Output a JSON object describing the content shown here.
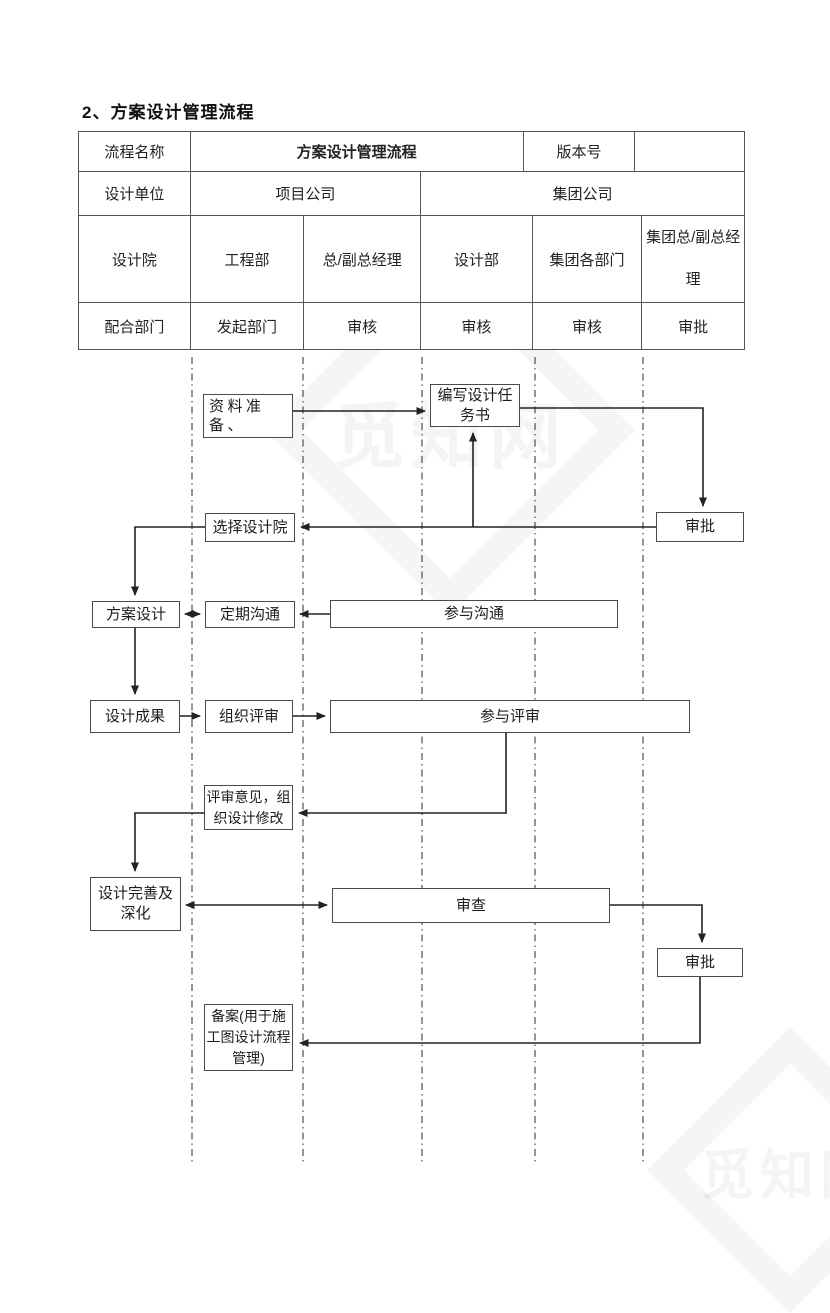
{
  "page": {
    "title": "2、方案设计管理流程"
  },
  "table": {
    "row1": {
      "c1": "流程名称",
      "c2": "方案设计管理流程",
      "c3": "版本号",
      "c4": ""
    },
    "row2": {
      "c1": "设计单位",
      "c2": "项目公司",
      "c3": "集团公司"
    },
    "row3": [
      "设计院",
      "工程部",
      "总/副总经理",
      "设计部",
      "集团各部门",
      "集团总/副总经理"
    ],
    "row4": [
      "配合部门",
      "发起部门",
      "审核",
      "审核",
      "审核",
      "审批"
    ]
  },
  "flow": {
    "prepare_materials": "资料准备、",
    "write_design_brief": "编写设计任务书",
    "approve_1": "审批",
    "select_institute": "选择设计院",
    "scheme_design": "方案设计",
    "regular_communication": "定期沟通",
    "join_communication": "参与沟通",
    "design_results": "设计成果",
    "organize_review": "组织评审",
    "join_review": "参与评审",
    "review_comments": "评审意见，组织设计修改",
    "design_refinement": "设计完善及深化",
    "examine": "审查",
    "approve_2": "审批",
    "filing": "备案(用于施工图设计流程管理)"
  },
  "watermark": "觅知网"
}
